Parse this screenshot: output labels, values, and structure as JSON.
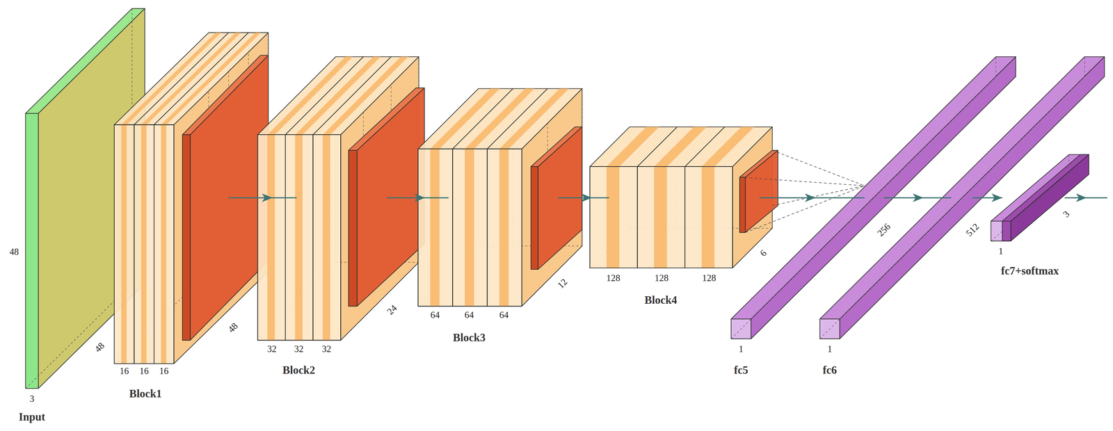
{
  "diagram": {
    "labels": [
      "48",
      "48",
      "3",
      "Input",
      "16",
      "16",
      "16",
      "48",
      "Block1",
      "32",
      "32",
      "32",
      "24",
      "Block2",
      "64",
      "64",
      "64",
      "12",
      "Block3",
      "128",
      "128",
      "128",
      "6",
      "Block4",
      "256",
      "1",
      "fc5",
      "512",
      "1",
      "fc6",
      "3",
      "1",
      "fc7+softmax"
    ]
  }
}
